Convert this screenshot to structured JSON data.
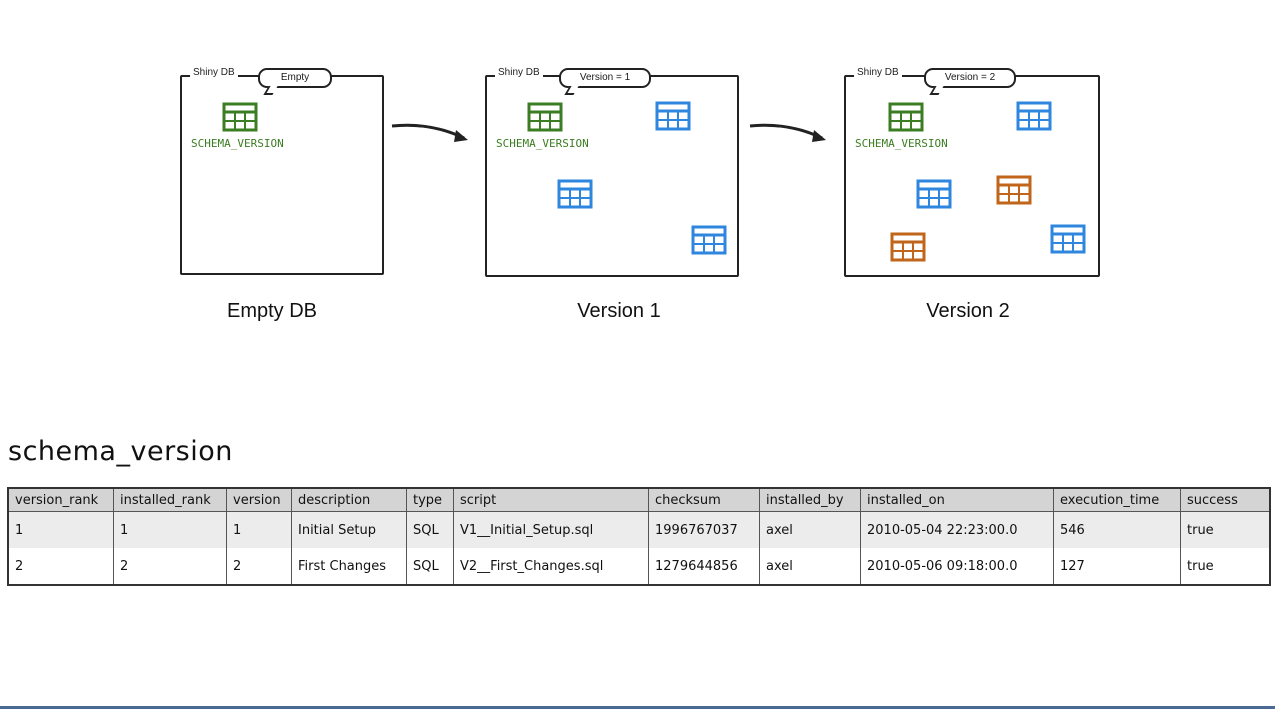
{
  "diagram": {
    "stages": [
      {
        "box_label": "Shiny DB",
        "bubble": "Empty",
        "schema_table": "SCHEMA_VERSION",
        "caption": "Empty DB"
      },
      {
        "box_label": "Shiny DB",
        "bubble": "Version = 1",
        "schema_table": "SCHEMA_VERSION",
        "caption": "Version 1"
      },
      {
        "box_label": "Shiny DB",
        "bubble": "Version = 2",
        "schema_table": "SCHEMA_VERSION",
        "caption": "Version 2"
      }
    ],
    "colors": {
      "schema_table": "#3b7d23",
      "v1_table": "#2e86de",
      "v2_table": "#c0651a"
    },
    "icons": [
      "table-icon",
      "arrow-right-icon"
    ]
  },
  "schema_table": {
    "title": "schema_version",
    "columns": [
      "version_rank",
      "installed_rank",
      "version",
      "description",
      "type",
      "script",
      "checksum",
      "installed_by",
      "installed_on",
      "execution_time",
      "success"
    ],
    "rows": [
      [
        "1",
        "1",
        "1",
        "Initial Setup",
        "SQL",
        "V1__Initial_Setup.sql",
        "1996767037",
        "axel",
        "2010-05-04 22:23:00.0",
        "546",
        "true"
      ],
      [
        "2",
        "2",
        "2",
        "First Changes",
        "SQL",
        "V2__First_Changes.sql",
        "1279644856",
        "axel",
        "2010-05-06 09:18:00.0",
        "127",
        "true"
      ]
    ]
  }
}
